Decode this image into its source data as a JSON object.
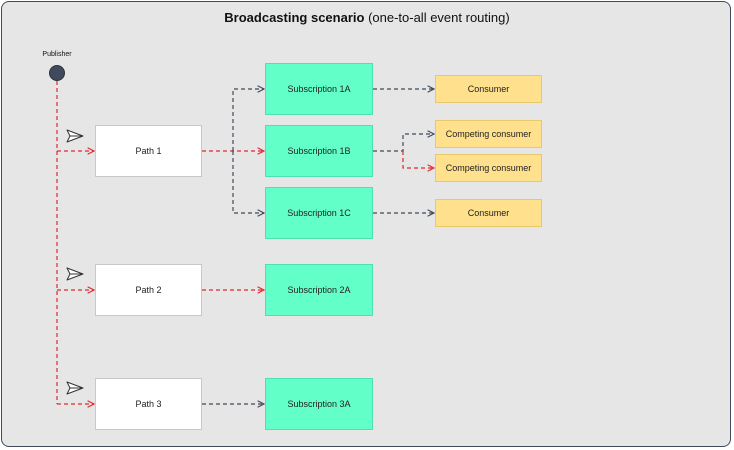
{
  "title": {
    "bold": "Broadcasting scenario",
    "rest": "(one-to-all event routing)"
  },
  "publisher": {
    "label": "Publisher"
  },
  "paths": [
    {
      "label": "Path 1"
    },
    {
      "label": "Path 2"
    },
    {
      "label": "Path 3"
    }
  ],
  "subscriptions": [
    {
      "label": "Subscription 1A"
    },
    {
      "label": "Subscription 1B"
    },
    {
      "label": "Subscription 1C"
    },
    {
      "label": "Subscription 2A"
    },
    {
      "label": "Subscription 3A"
    }
  ],
  "consumers": [
    {
      "label": "Consumer"
    },
    {
      "label": "Competing consumer"
    },
    {
      "label": "Competing consumer"
    },
    {
      "label": "Consumer"
    }
  ],
  "icons": {
    "publisher": "publisher-node-icon",
    "send": "paper-plane-icon"
  },
  "colors": {
    "background": "#e6e6e6",
    "subscription": "#63ffc8",
    "consumer": "#ffe08c",
    "active_route": "#e0282d",
    "idle_route": "#3f4a5a",
    "publisher": "#3f4a5a"
  }
}
